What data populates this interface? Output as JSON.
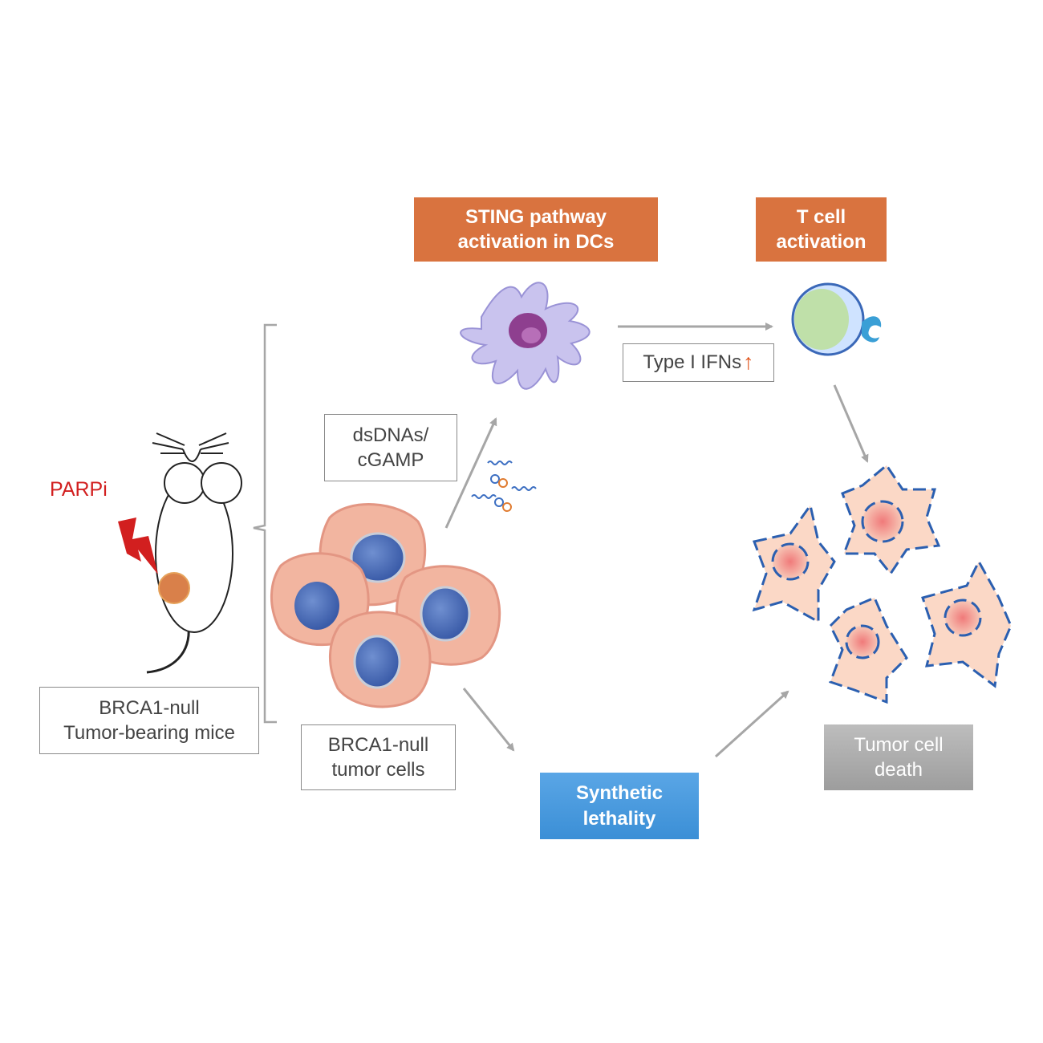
{
  "colors": {
    "orange_box": "#d9733f",
    "blue_box": "#3b8fd6",
    "gray_box": "#a9a9a9",
    "arrow": "#a6a6a6",
    "parpi_red": "#d21f1f",
    "tumor_orange": "#d9804a",
    "ifn_arrow": "#e0531a",
    "dead_cell_outline": "#2b5fb0"
  },
  "labels": {
    "parpi": "PARPi",
    "mice_line1": "BRCA1-null",
    "mice_line2": "Tumor-bearing mice",
    "tumor_cells_line1": "BRCA1-null",
    "tumor_cells_line2": "tumor cells",
    "dsdna_line1": "dsDNAs/",
    "dsdna_line2": "cGAMP",
    "sting_line1": "STING pathway",
    "sting_line2": "activation in DCs",
    "tcell_line1": "T cell",
    "tcell_line2": "activation",
    "ifn": "Type I IFNs",
    "ifn_arrow_glyph": "↑",
    "synthetic_line1": "Synthetic",
    "synthetic_line2": "lethality",
    "death_line1": "Tumor cell",
    "death_line2": "death"
  },
  "icons": [
    "mouse-icon",
    "lightning-icon",
    "dendritic-cell-icon",
    "t-cell-icon",
    "dna-fragments-icon",
    "tumor-cells-icon",
    "dead-tumor-cells-icon"
  ]
}
